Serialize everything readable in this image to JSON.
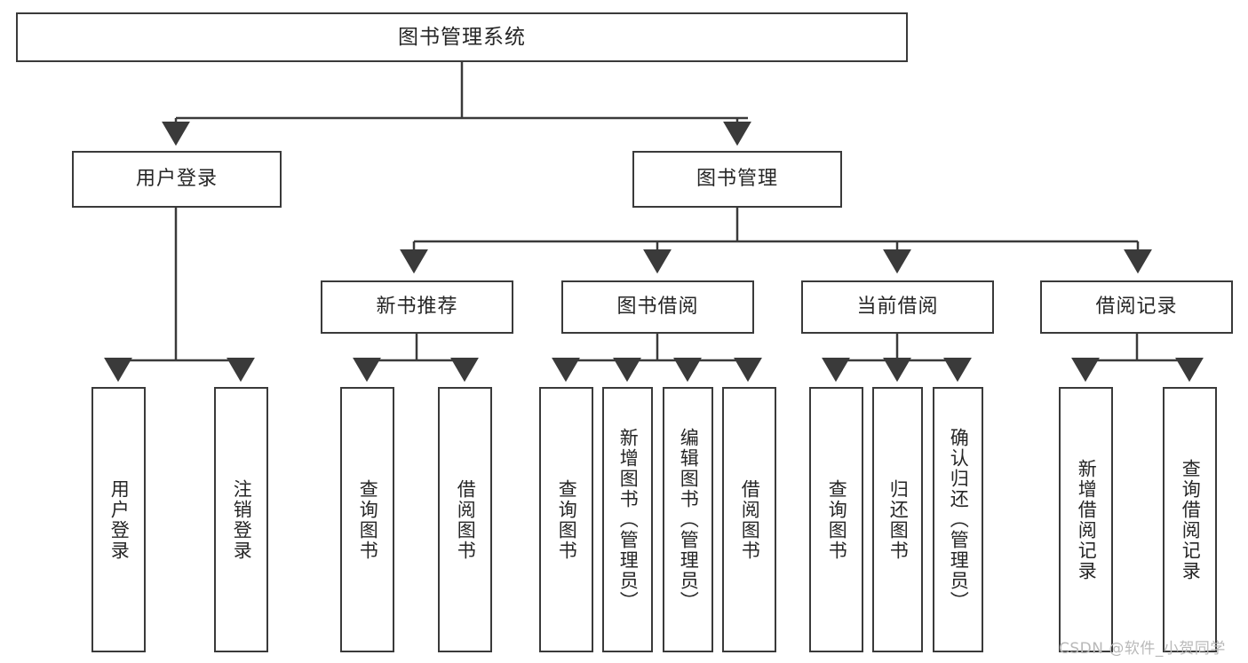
{
  "diagram": {
    "title": "图书管理系统",
    "type": "functional-structure-tree",
    "levels": 4,
    "watermark": "CSDN @软件_小贺同学",
    "colors": {
      "stroke": "#3a3a3a",
      "text": "#262626",
      "background": "#ffffff",
      "watermark": "#b9b9b9"
    }
  },
  "nodes": {
    "root": {
      "label": "图书管理系统"
    },
    "level2": [
      {
        "id": "user-login",
        "label": "用户登录"
      },
      {
        "id": "book-management",
        "label": "图书管理"
      }
    ],
    "level3": [
      {
        "id": "new-book-recommend",
        "label": "新书推荐"
      },
      {
        "id": "book-borrow",
        "label": "图书借阅"
      },
      {
        "id": "current-borrow",
        "label": "当前借阅"
      },
      {
        "id": "borrow-record",
        "label": "借阅记录"
      }
    ],
    "leaves": [
      {
        "id": "leaf-user-login",
        "label": "用户登录",
        "parent": "user-login"
      },
      {
        "id": "leaf-logout-login",
        "label": "注销登录",
        "parent": "user-login"
      },
      {
        "id": "leaf-query-book-1",
        "label": "查询图书",
        "parent": "new-book-recommend"
      },
      {
        "id": "leaf-borrow-book-1",
        "label": "借阅图书",
        "parent": "new-book-recommend"
      },
      {
        "id": "leaf-query-book-2",
        "label": "查询图书",
        "parent": "book-borrow"
      },
      {
        "id": "leaf-add-book",
        "label": "新增图书（管理员）",
        "parent": "book-borrow"
      },
      {
        "id": "leaf-edit-book",
        "label": "编辑图书（管理员）",
        "parent": "book-borrow"
      },
      {
        "id": "leaf-borrow-book-2",
        "label": "借阅图书",
        "parent": "book-borrow"
      },
      {
        "id": "leaf-query-book-3",
        "label": "查询图书",
        "parent": "current-borrow"
      },
      {
        "id": "leaf-return-book",
        "label": "归还图书",
        "parent": "current-borrow"
      },
      {
        "id": "leaf-confirm-return",
        "label": "确认归还（管理员）",
        "parent": "current-borrow"
      },
      {
        "id": "leaf-add-record",
        "label": "新增借阅记录",
        "parent": "borrow-record"
      },
      {
        "id": "leaf-query-record",
        "label": "查询借阅记录",
        "parent": "borrow-record"
      }
    ]
  }
}
